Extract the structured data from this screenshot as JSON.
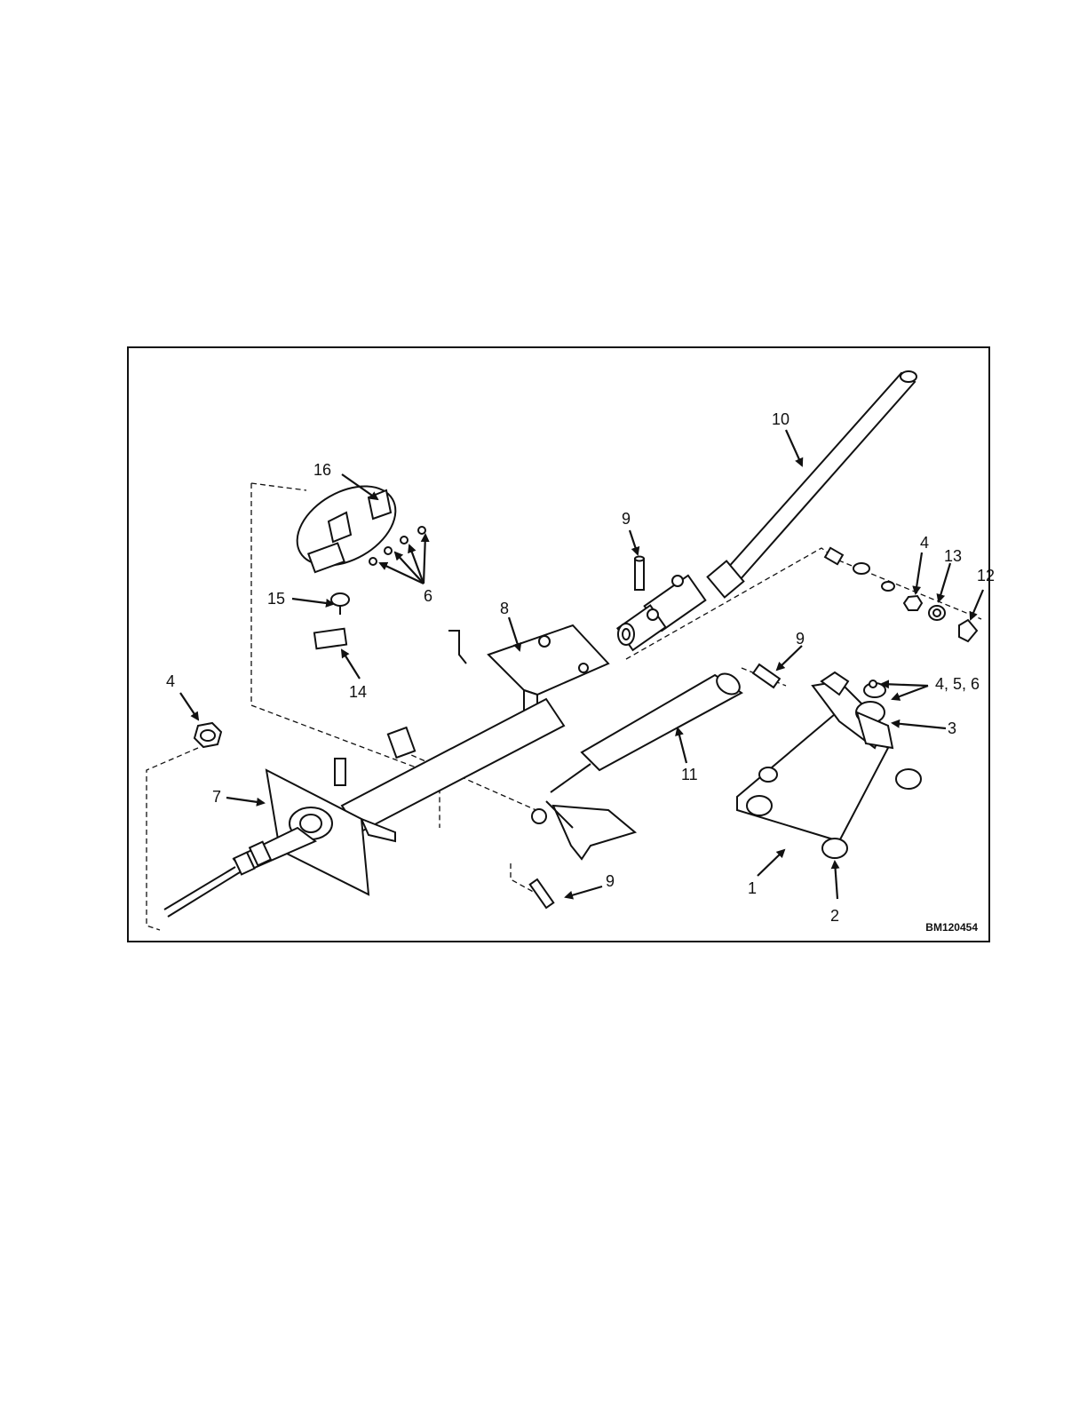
{
  "figure_id": "BM120454",
  "callouts": [
    {
      "id": "c16",
      "label": "16"
    },
    {
      "id": "c6",
      "label": "6"
    },
    {
      "id": "c15",
      "label": "15"
    },
    {
      "id": "c14",
      "label": "14"
    },
    {
      "id": "c8",
      "label": "8"
    },
    {
      "id": "c4a",
      "label": "4"
    },
    {
      "id": "c7",
      "label": "7"
    },
    {
      "id": "c9a",
      "label": "9"
    },
    {
      "id": "c10",
      "label": "10"
    },
    {
      "id": "c4b",
      "label": "4"
    },
    {
      "id": "c13",
      "label": "13"
    },
    {
      "id": "c12",
      "label": "12"
    },
    {
      "id": "c9b",
      "label": "9"
    },
    {
      "id": "c456",
      "label": "4, 5, 6"
    },
    {
      "id": "c3",
      "label": "3"
    },
    {
      "id": "c11",
      "label": "11"
    },
    {
      "id": "c9c",
      "label": "9"
    },
    {
      "id": "c1",
      "label": "1"
    },
    {
      "id": "c2",
      "label": "2"
    }
  ]
}
